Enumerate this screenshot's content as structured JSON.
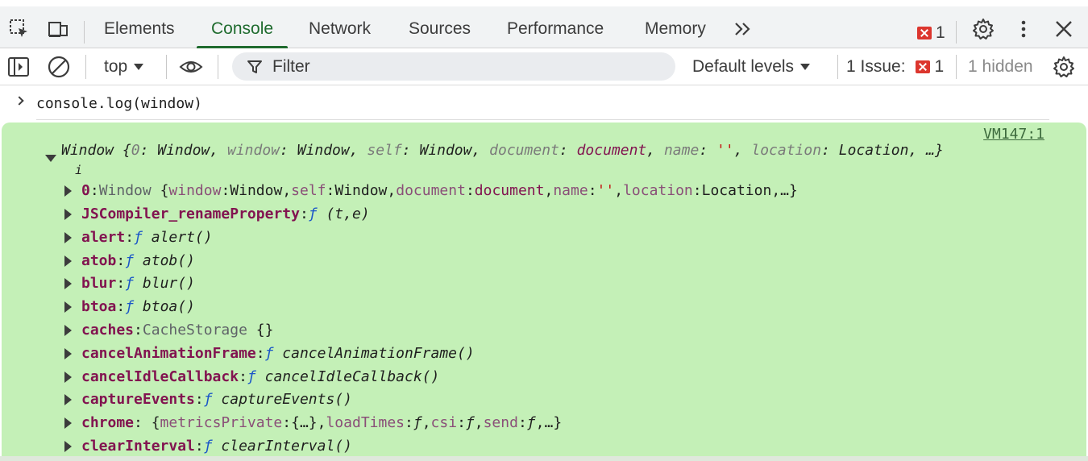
{
  "tabbar": {
    "tabs": [
      {
        "label": "Elements"
      },
      {
        "label": "Console"
      },
      {
        "label": "Network"
      },
      {
        "label": "Sources"
      },
      {
        "label": "Performance"
      },
      {
        "label": "Memory"
      }
    ],
    "overflow_label": "»",
    "error_count": "1",
    "accent_color": "#1f6b2e",
    "icons": [
      "inspect-element-icon",
      "device-toolbar-icon",
      "more-tabs-icon",
      "error-icon",
      "settings-icon",
      "more-options-icon",
      "close-icon"
    ]
  },
  "toolbar": {
    "context": "top",
    "filter_placeholder": "Filter",
    "levels": "Default levels",
    "issues_label": "1 Issue:",
    "issues_count": "1",
    "hidden": "1 hidden",
    "icons": [
      "sidebar-toggle-icon",
      "clear-console-icon",
      "eye-icon",
      "filter-icon",
      "console-settings-icon"
    ]
  },
  "console": {
    "input": "console.log(window)",
    "source_link": "VM147:1",
    "summary": {
      "name": "Window",
      "brace_open": "{",
      "k0": "0",
      "v0": "Window",
      "k1": "window",
      "v1": "Window",
      "k2": "self",
      "v2": "Window",
      "k3": "document",
      "v3": "document",
      "k4": "name",
      "v4": "''",
      "k5": "location",
      "v5": "Location",
      "tail": "…}"
    },
    "info_marker": "i",
    "rows": {
      "r0": {
        "key": "0",
        "obj": "Window",
        "k1": "window",
        "v1": "Window",
        "k2": "self",
        "v2": "Window",
        "k3": "document",
        "v3": "document",
        "k4": "name",
        "v4": "''",
        "k5": "location",
        "v5": "Location",
        "tail": "…}"
      },
      "r1": {
        "key": "JSCompiler_renameProperty",
        "f": "ƒ",
        "sig": "(t,e)"
      },
      "r2": {
        "key": "alert",
        "f": "ƒ",
        "sig": "alert()"
      },
      "r3": {
        "key": "atob",
        "f": "ƒ",
        "sig": "atob()"
      },
      "r4": {
        "key": "blur",
        "f": "ƒ",
        "sig": "blur()"
      },
      "r5": {
        "key": "btoa",
        "f": "ƒ",
        "sig": "btoa()"
      },
      "r6": {
        "key": "caches",
        "obj": "CacheStorage",
        "tail": "{}"
      },
      "r7": {
        "key": "cancelAnimationFrame",
        "f": "ƒ",
        "sig": "cancelAnimationFrame()"
      },
      "r8": {
        "key": "cancelIdleCallback",
        "f": "ƒ",
        "sig": "cancelIdleCallback()"
      },
      "r9": {
        "key": "captureEvents",
        "f": "ƒ",
        "sig": "captureEvents()"
      },
      "r10": {
        "key": "chrome",
        "k1": "metricsPrivate",
        "v1": "{…}",
        "k2": "loadTimes",
        "v2": "ƒ",
        "k3": "csi",
        "v3": "ƒ",
        "k4": "send",
        "v4": "ƒ",
        "tail": "…}"
      },
      "r11": {
        "key": "clearInterval",
        "f": "ƒ",
        "sig": "clearInterval()"
      }
    },
    "entry_background": "#c4f0b7"
  }
}
